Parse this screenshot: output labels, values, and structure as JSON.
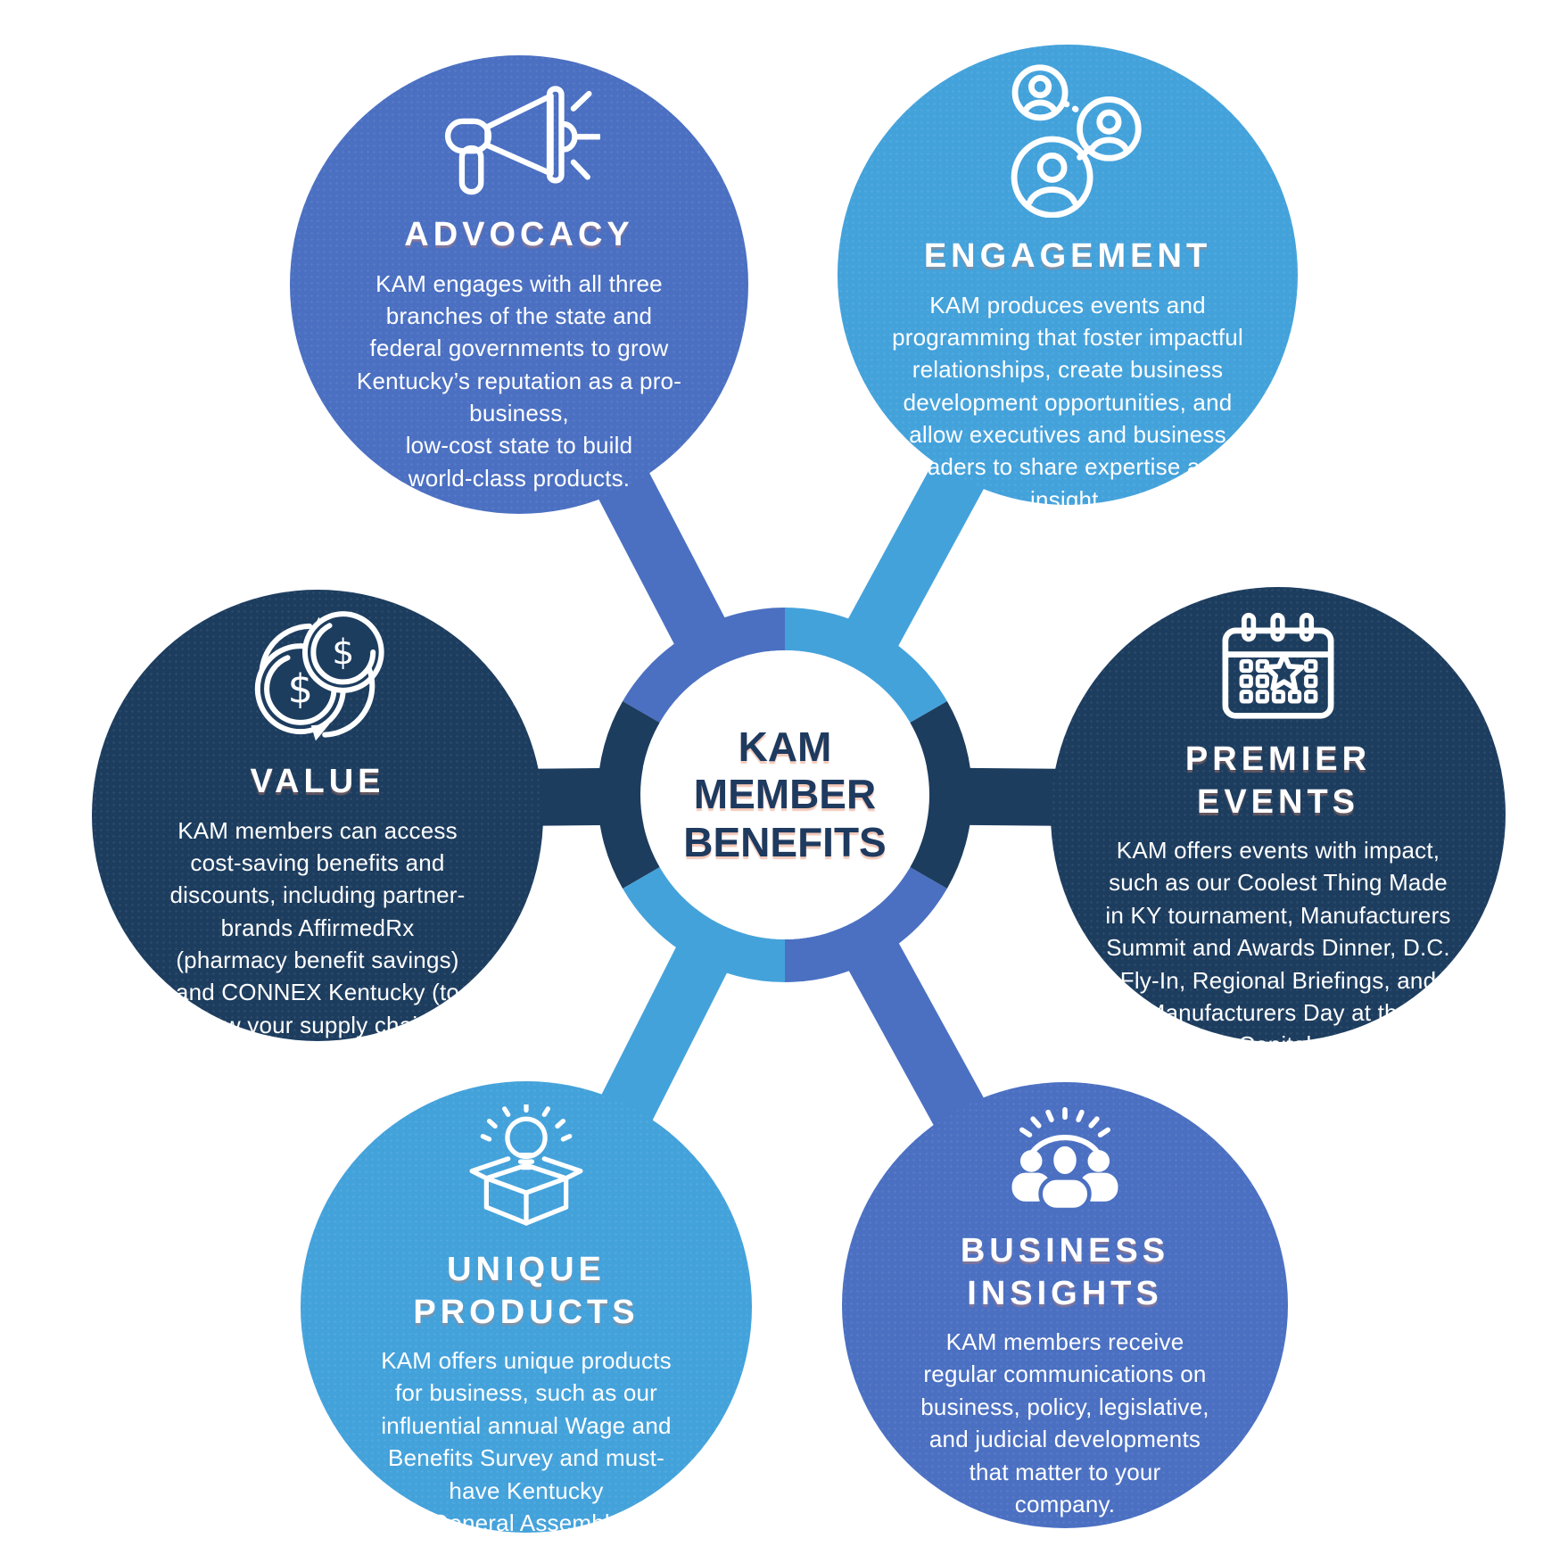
{
  "center": {
    "title": "KAM\nMEMBER\nBENEFITS"
  },
  "colors": {
    "medium_blue": "#4b70c2",
    "light_blue": "#44a2db",
    "dark_navy": "#1d3d5f",
    "title_navy": "#1e3a5f",
    "text_white": "#ffffff"
  },
  "bubbles": [
    {
      "id": "advocacy",
      "heading": "ADVOCACY",
      "icon": "megaphone-icon",
      "color": "#4b70c2",
      "body": "KAM engages with all three\nbranches of the state and\nfederal governments to grow\nKentucky’s reputation as a pro-\nbusiness,\nlow-cost state to build\nworld-class products."
    },
    {
      "id": "engagement",
      "heading": "ENGAGEMENT",
      "icon": "people-network-icon",
      "color": "#44a2db",
      "body": "KAM produces events and\nprogramming that foster impactful\nrelationships, create business\ndevelopment opportunities, and\nallow executives and business\nleaders to share expertise and\ninsight."
    },
    {
      "id": "value",
      "heading": "VALUE",
      "icon": "dollar-coins-icon",
      "color": "#1d3d5f",
      "body": "KAM members can access\ncost-saving benefits and\ndiscounts, including partner-\nbrands AffirmedRx\n(pharmacy benefit savings)\nand CONNEX Kentucky (to\ngrow your supply chain)."
    },
    {
      "id": "premier-events",
      "heading": "PREMIER\nEVENTS",
      "icon": "calendar-star-icon",
      "color": "#1d3d5f",
      "body": "KAM offers events with impact,\nsuch as our Coolest Thing Made\nin KY tournament, Manufacturers\nSummit and Awards Dinner, D.C.\nFly-In, Regional Briefings, and\nManufacturers Day at the\nCapitol."
    },
    {
      "id": "unique-products",
      "heading": "UNIQUE\nPRODUCTS",
      "icon": "idea-box-icon",
      "color": "#44a2db",
      "body": "KAM offers unique products\nfor business, such as our\ninfluential annual Wage and\nBenefits Survey and must-\nhave Kentucky\nGeneral Assembly\nBlue Book."
    },
    {
      "id": "business-insights",
      "heading": "BUSINESS\nINSIGHTS",
      "icon": "people-group-icon",
      "color": "#4b70c2",
      "body": "KAM members receive\nregular communications on\nbusiness, policy, legislative,\nand judicial developments\nthat matter to your\ncompany."
    }
  ]
}
